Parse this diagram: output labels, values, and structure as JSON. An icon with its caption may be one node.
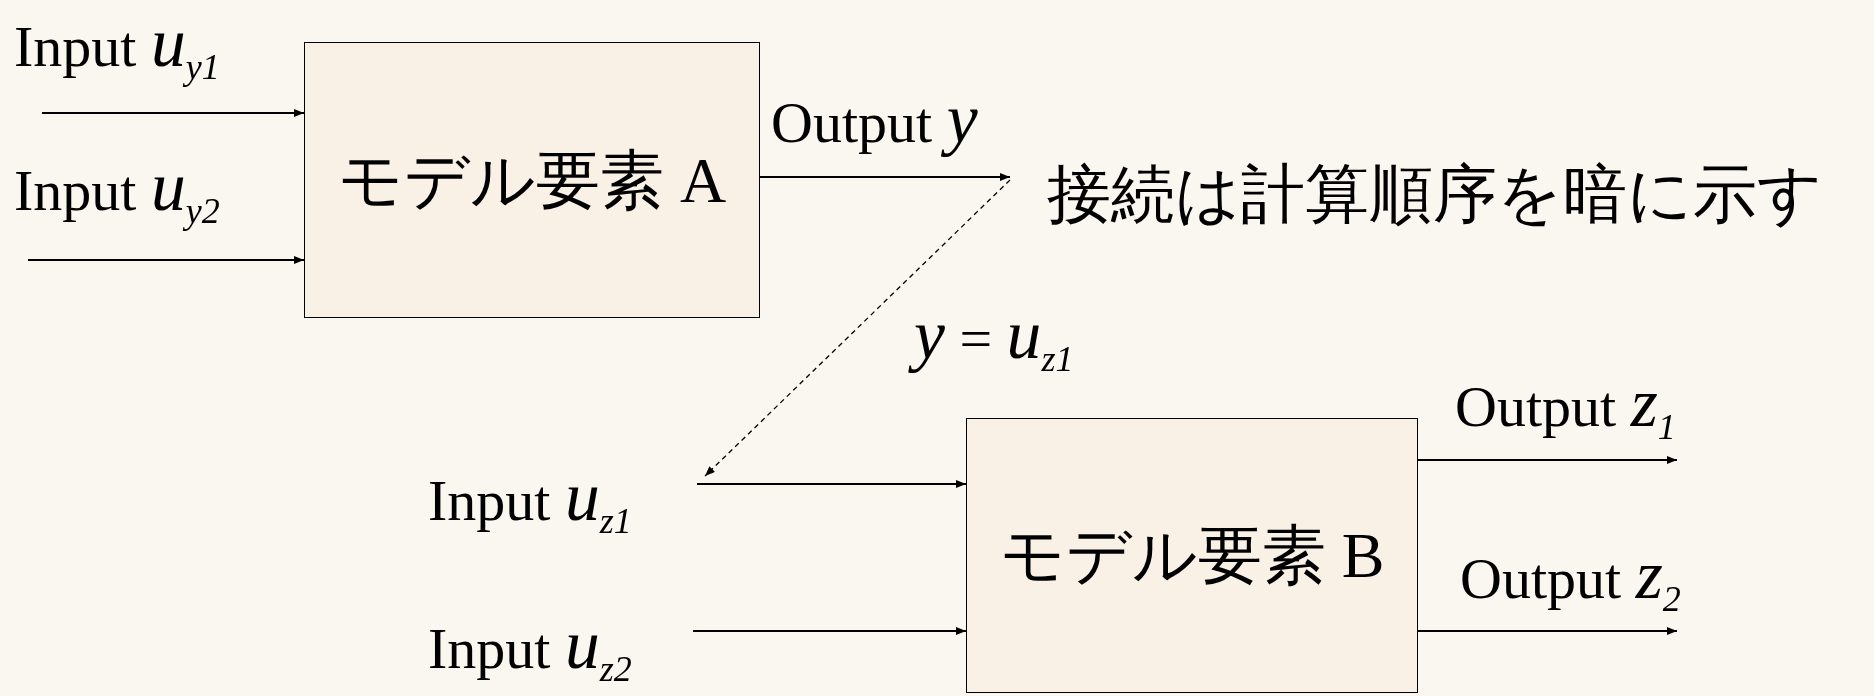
{
  "diagram": {
    "nodes": [
      {
        "text": [
          "モデル要素 A"
        ]
      },
      {
        "text": [
          "モデル要素 B"
        ]
      },
      {
        "text": [
          "Input *u*$_{z1}$"
        ]
      },
      {
        "text": [
          "Input *u*$_{z2}$"
        ]
      }
    ],
    "edges": [
      {
        "from": null,
        "to": 0,
        "arrow": "to",
        "label": "Input *u*$_{y1}$"
      },
      {
        "from": null,
        "to": 0,
        "arrow": "to",
        "label": "Input *u*$_{y2}$"
      },
      {
        "from": 0,
        "to": null,
        "arrow": "to",
        "label": "Output *y*"
      },
      {
        "from": null,
        "to": 2,
        "arrow": "to",
        "style": "dashed",
        "label": "*y* = *u*$_{z1}$"
      },
      {
        "from": 2,
        "to": 1,
        "arrow": "to"
      },
      {
        "from": 3,
        "to": 1,
        "arrow": "to"
      },
      {
        "from": 1,
        "to": null,
        "arrow": "to",
        "label": "Output *z*$_{1}$"
      },
      {
        "from": 1,
        "to": null,
        "arrow": "to",
        "label": "Output *z*$_{2}$"
      }
    ],
    "labels": [
      "接続は計算順序を暗に示す"
    ]
  }
}
